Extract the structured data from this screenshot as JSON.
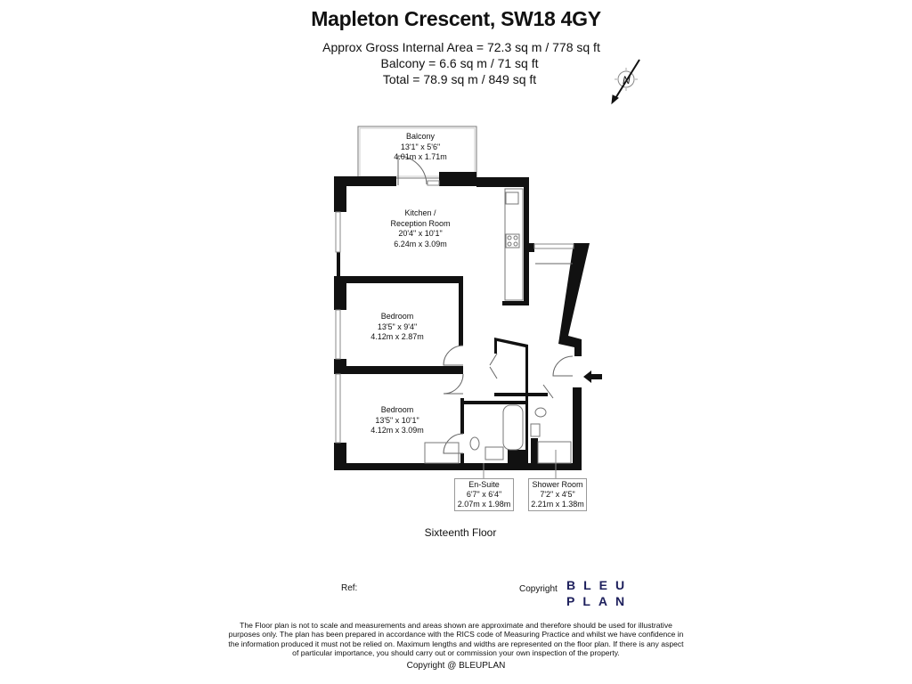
{
  "header": {
    "title": "Mapleton Crescent, SW18 4GY",
    "gross_area": "Approx Gross Internal Area = 72.3 sq m / 778 sq ft",
    "balcony_area": "Balcony = 6.6 sq m / 71 sq ft",
    "total_area": "Total = 78.9 sq m / 849 sq ft",
    "compass_icon": "north-compass-icon"
  },
  "rooms": {
    "balcony": {
      "name": "Balcony",
      "imperial": "13'1\" x 5'6\"",
      "metric": "4.01m x 1.71m"
    },
    "kitchen": {
      "name1": "Kitchen /",
      "name2": "Reception Room",
      "imperial": "20'4\" x 10'1\"",
      "metric": "6.24m x 3.09m"
    },
    "bedroom1": {
      "name": "Bedroom",
      "imperial": "13'5\" x 9'4\"",
      "metric": "4.12m x 2.87m"
    },
    "bedroom2": {
      "name": "Bedroom",
      "imperial": "13'5\" x 10'1\"",
      "metric": "4.12m x 3.09m"
    },
    "ensuite": {
      "name": "En-Suite",
      "imperial": "6'7\" x 6'4\"",
      "metric": "2.07m x 1.98m"
    },
    "shower": {
      "name": "Shower Room",
      "imperial": "7'2\" x 4'5\"",
      "metric": "2.21m x 1.38m"
    }
  },
  "floor_label": "Sixteenth Floor",
  "footer": {
    "ref_label": "Ref:",
    "copyright_label": "Copyright",
    "logo_line1": "BLEU",
    "logo_line2": "PLAN",
    "brand_color": "#1d1f5c",
    "disclaimer": [
      "The Floor plan is not to scale and measurements and areas shown are approximate and therefore should be used for illustrative",
      "purposes only. The plan has been prepared in accordance with the RICS code of Measuring Practice and whilst we have confidence in",
      "the information produced it must not be relied on. Maximum lengths and widths are represented on the floor plan. If there is any aspect",
      "of particular importance, you should carry out or commission your own inspection of the property."
    ],
    "copyright_line": "Copyright @ BLEUPLAN"
  }
}
